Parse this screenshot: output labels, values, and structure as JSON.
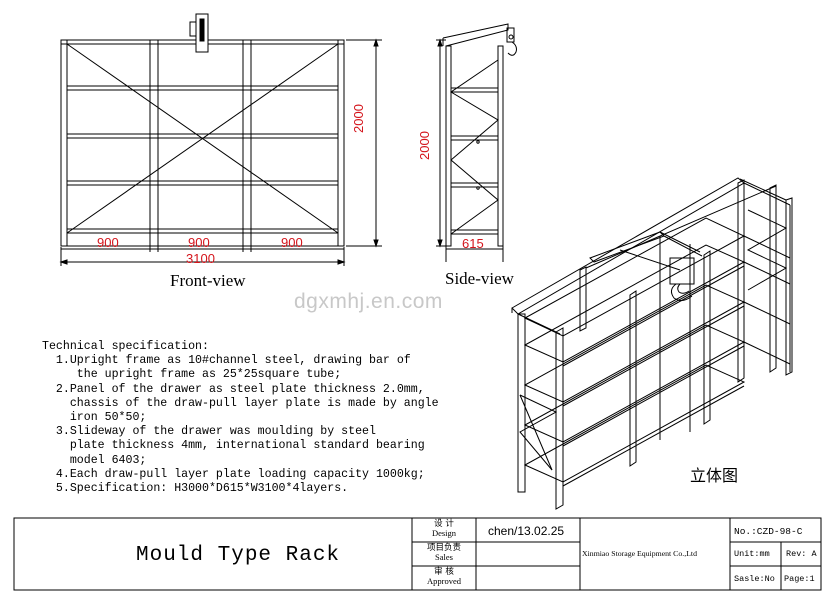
{
  "front_view": {
    "title": "Front-view",
    "bay_widths": [
      "900",
      "900",
      "900"
    ],
    "total_width": "3100",
    "height": "2000"
  },
  "side_view": {
    "title": "Side-view",
    "depth": "615",
    "height": "2000"
  },
  "iso_label": "立体图",
  "watermark": "dgxmhj.en.com",
  "spec": {
    "heading": "Technical specification:",
    "lines": [
      "  1.Upright frame as 10#channel steel, drawing bar of",
      "     the upright frame as 25*25square tube;",
      "  2.Panel of the drawer as steel plate thickness 2.0mm,",
      "    chassis of the draw-pull layer plate is made by angle",
      "    iron 50*50;",
      "  3.Slideway of the drawer was moulding by steel",
      "    plate thickness 4mm, international standard bearing",
      "    model 6403;",
      "  4.Each draw-pull layer plate loading capacity 1000kg;",
      "  5.Specification: H3000*D615*W3100*4layers."
    ]
  },
  "title_block": {
    "product_name": "Mould Type Rack",
    "design_cn": "设 计",
    "design_en": "Design",
    "sales_cn": "项目负责",
    "sales_en": "Sales",
    "approved_cn": "审 核",
    "approved_en": "Approved",
    "designer_date": "chen/13.02.25",
    "company": "Xinmiao Storage Equipment Co.,Ltd",
    "drawing_no": "No.:CZD-98-C",
    "unit": "Unit:mm",
    "rev": "Rev: A",
    "sale": "Sasle:No",
    "page": "Page:1"
  }
}
